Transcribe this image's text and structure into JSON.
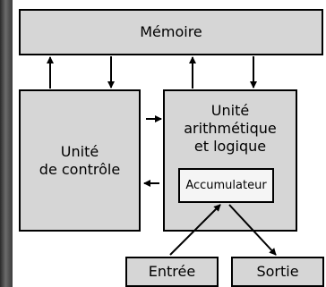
{
  "diagram": {
    "memory_label": "Mémoire",
    "control_unit_label": [
      "Unité",
      "de contrôle"
    ],
    "alu_label": [
      "Unité",
      "arithmétique",
      "et logique"
    ],
    "accumulator_label": "Accumulateur",
    "input_label": "Entrée",
    "output_label": "Sortie"
  },
  "colors": {
    "box_fill": "#d6d6d6",
    "accumulator_fill": "#f5f5f5",
    "stroke": "#000000"
  }
}
